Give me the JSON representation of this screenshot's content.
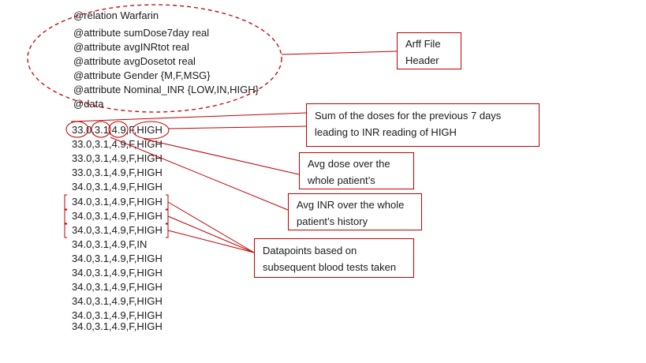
{
  "arff_header": {
    "lines": [
      "@relation Warfarin",
      "@attribute sumDose7day real",
      "@attribute avgINRtot real",
      "@attribute avgDosetot real",
      "@attribute Gender {M,F,MSG}",
      "@attribute Nominal_INR {LOW,IN,HIGH}",
      "@data"
    ]
  },
  "data_rows": [
    "33.0,3.1,4.9,F,HIGH",
    "33.0,3.1,4.9,F,HIGH",
    "33.0,3.1,4.9,F,HIGH",
    "33.0,3.1,4.9,F,HIGH",
    "34.0,3.1,4.9,F,HIGH",
    "34.0,3.1,4.9,F,HIGH",
    "34.0,3.1,4.9,F,HIGH",
    "34.0,3.1,4.9,F,HIGH",
    "34.0,3.1,4.9,F,IN",
    "34.0,3.1,4.9,F,HIGH",
    "34.0,3.1,4.9,F,HIGH",
    "34.0,3.1,4.9,F,HIGH",
    "34.0,3.1,4.9,F,HIGH",
    "34.0,3.1,4.9,F,HIGH"
  ],
  "truncated_row": "34.0,3.1,4.9,F,HIGH",
  "callouts": {
    "arff_header": [
      "Arff File",
      "Header"
    ],
    "sum_doses": [
      "Sum of the doses for the previous 7 days",
      "leading to INR reading of HIGH"
    ],
    "avg_dose": [
      "Avg dose over the",
      "whole patient’s"
    ],
    "avg_inr": [
      "Avg INR over the whole",
      "patient’s history"
    ],
    "datapoints": [
      "Datapoints based on",
      "subsequent  blood tests taken"
    ]
  },
  "colors": {
    "annotation": "#c00000",
    "text": "#1a1a1a"
  }
}
